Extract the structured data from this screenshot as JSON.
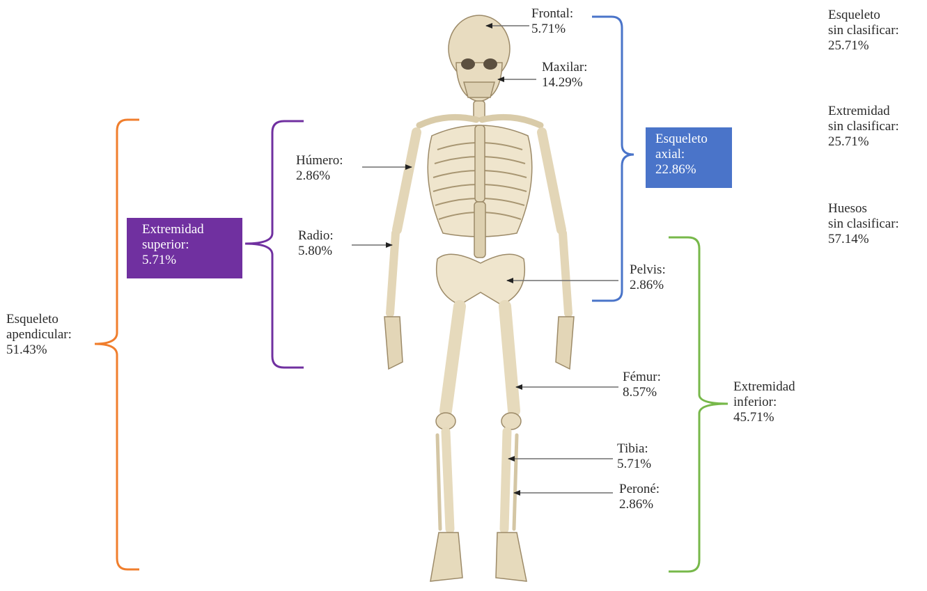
{
  "colors": {
    "axial": "#4a74c9",
    "upper_limb": "#7030a0",
    "lower_limb": "#77b84a",
    "appendicular": "#f07e2d",
    "arrow": "#6f6f6f",
    "bone": "#e8dcc0"
  },
  "bones": {
    "frontal": {
      "name": "Frontal:",
      "value": "5.71%"
    },
    "maxilar": {
      "name": "Maxilar:",
      "value": "14.29%"
    },
    "humero": {
      "name": "Húmero:",
      "value": "2.86%"
    },
    "radio": {
      "name": "Radio:",
      "value": "5.80%"
    },
    "pelvis": {
      "name": "Pelvis:",
      "value": "2.86%"
    },
    "femur": {
      "name": "Fémur:",
      "value": "8.57%"
    },
    "tibia": {
      "name": "Tibia:",
      "value": "5.71%"
    },
    "perone": {
      "name": "Peroné:",
      "value": "2.86%"
    }
  },
  "groups": {
    "axial": {
      "line1": "Esqueleto",
      "line2": "axial:",
      "value": "22.86%"
    },
    "upper_limb": {
      "line1": "Extremidad",
      "line2": "superior:",
      "value": "5.71%"
    },
    "lower_limb": {
      "line1": "Extremidad",
      "line2": "inferior:",
      "value": "45.71%"
    },
    "appendicular": {
      "line1": "Esqueleto",
      "line2": "apendicular:",
      "value": "51.43%"
    }
  },
  "unclassified": {
    "skeleton": {
      "line1": "Esqueleto",
      "line2": "sin clasificar:",
      "value": "25.71%"
    },
    "limb": {
      "line1": "Extremidad",
      "line2": "sin clasificar:",
      "value": "25.71%"
    },
    "bones": {
      "line1": "Huesos",
      "line2": "sin clasificar:",
      "value": "57.14%"
    }
  }
}
